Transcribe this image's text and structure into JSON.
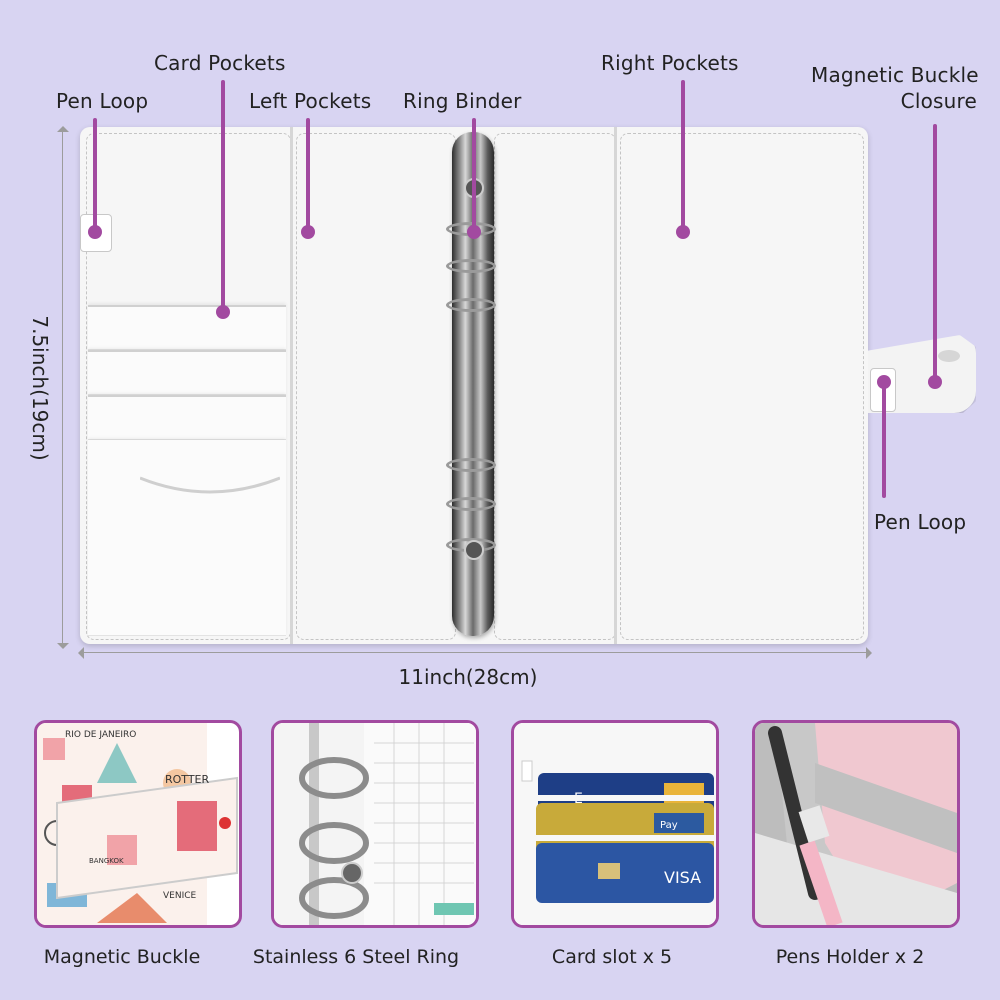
{
  "labels": {
    "pen_loop_left": "Pen Loop",
    "card_pockets": "Card Pockets",
    "left_pockets": "Left Pockets",
    "ring_binder": "Ring Binder",
    "right_pockets": "Right Pockets",
    "magnetic_buckle_closure_line1": "Magnetic Buckle",
    "magnetic_buckle_closure_line2": "Closure",
    "pen_loop_right": "Pen Loop"
  },
  "dimensions": {
    "height": "7.5inch(19cm)",
    "width": "11inch(28cm)"
  },
  "thumbnails": [
    {
      "caption": "Magnetic Buckle",
      "icon": "patterned-binder-icon"
    },
    {
      "caption": "Stainless 6 Steel Ring",
      "icon": "steel-rings-icon"
    },
    {
      "caption": "Card slot x 5",
      "icon": "card-slots-icon"
    },
    {
      "caption": "Pens Holder x 2",
      "icon": "pen-holder-icon"
    }
  ],
  "thumb_text": {
    "rio": "RIO DE JANEIRO",
    "rotter": "ROTTER",
    "venice": "VENICE",
    "bangkok": "BANGKOK",
    "card_visa": "VISA",
    "card_pay": "Pay"
  },
  "colors": {
    "background": "#d8d4f2",
    "accent": "#a24aa0",
    "binder": "#f6f6f6"
  }
}
